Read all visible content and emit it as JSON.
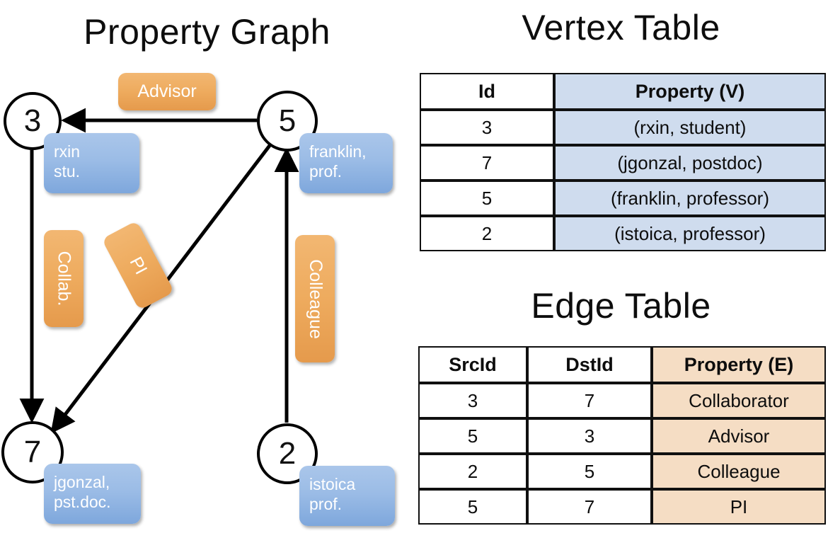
{
  "titles": {
    "property_graph": "Property Graph",
    "vertex_table": "Vertex Table",
    "edge_table": "Edge Table"
  },
  "graph": {
    "nodes": [
      {
        "id": "3",
        "label_lines": [
          "rxin",
          "stu."
        ]
      },
      {
        "id": "5",
        "label_lines": [
          "franklin,",
          "prof."
        ]
      },
      {
        "id": "7",
        "label_lines": [
          "jgonzal,",
          "pst.doc."
        ]
      },
      {
        "id": "2",
        "label_lines": [
          "istoica",
          "prof."
        ]
      }
    ],
    "edge_labels": [
      {
        "name": "advisor",
        "text": "Advisor"
      },
      {
        "name": "collab",
        "text": "Collab."
      },
      {
        "name": "pi",
        "text": "PI"
      },
      {
        "name": "colleague",
        "text": "Colleague"
      }
    ],
    "colors": {
      "node_stroke": "#000000",
      "node_fill": "#ffffff",
      "property_box": "#9bbce6",
      "edge_label_box": "#eeab5e",
      "edge_line": "#000000"
    }
  },
  "vertex_table": {
    "headers": [
      "Id",
      "Property (V)"
    ],
    "rows": [
      [
        "3",
        "(rxin, student)"
      ],
      [
        "7",
        "(jgonzal, postdoc)"
      ],
      [
        "5",
        "(franklin, professor)"
      ],
      [
        "2",
        "(istoica, professor)"
      ]
    ],
    "property_fill": "#cfdcee"
  },
  "edge_table": {
    "headers": [
      "SrcId",
      "DstId",
      "Property (E)"
    ],
    "rows": [
      [
        "3",
        "7",
        "Collaborator"
      ],
      [
        "5",
        "3",
        "Advisor"
      ],
      [
        "2",
        "5",
        "Colleague"
      ],
      [
        "5",
        "7",
        "PI"
      ]
    ],
    "property_fill": "#f5ddc4"
  }
}
